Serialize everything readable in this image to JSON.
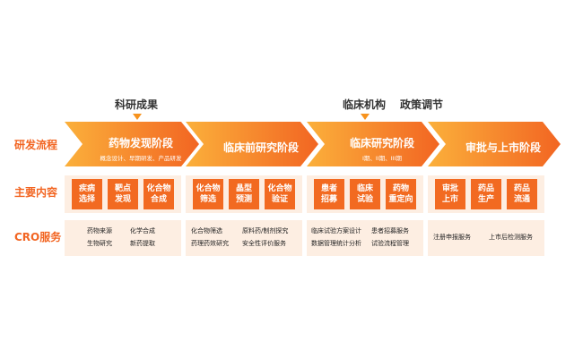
{
  "top_labels": {
    "research": "科研成果",
    "clinical_institution": "临床机构",
    "policy": "政策调节"
  },
  "row_labels": {
    "stages": "研发流程",
    "content": "主要内容",
    "cro": "CRO服务"
  },
  "colors": {
    "accent": "#f26522",
    "chevron_light": "#fbb03b",
    "chevron_dark": "#f26522",
    "box": "#f26a21",
    "panel": "#fdeee2"
  },
  "stages": [
    {
      "title": "药物发现阶段",
      "subtitle": "概念设计、早期研发、产品研发",
      "content": [
        "疾病\n选择",
        "靶点\n发现",
        "化合物\n合成"
      ],
      "services": [
        "药物来源",
        "化学合成",
        "生物研究",
        "新药提取"
      ]
    },
    {
      "title": "临床前研究阶段",
      "subtitle": "",
      "content": [
        "化合物\n筛选",
        "晶型\n预测",
        "化合物\n验证"
      ],
      "services": [
        "化合物筛选",
        "原料药/制剂探究",
        "药理药效研究",
        "安全性评价服务"
      ]
    },
    {
      "title": "临床研究阶段",
      "subtitle": "I期、II期、III期",
      "content": [
        "患者\n招募",
        "临床\n试验",
        "药物\n重定向"
      ],
      "services": [
        "临床试验方案设计",
        "患者招募服务",
        "数据管理统计分析",
        "试验流程管理"
      ]
    },
    {
      "title": "审批与上市阶段",
      "subtitle": "",
      "content": [
        "审批\n上市",
        "药品\n生产",
        "药品\n流通"
      ],
      "services": [
        "注册申报服务",
        "上市后检测服务"
      ]
    }
  ]
}
